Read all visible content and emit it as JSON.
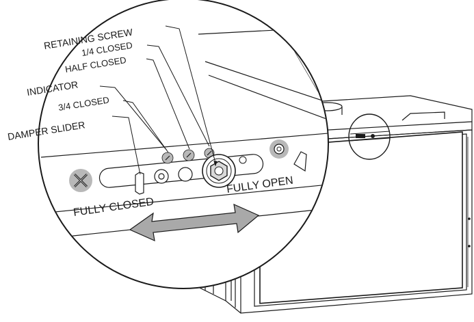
{
  "diagram": {
    "callouts": {
      "retaining_screw": "RETAINING SCREW",
      "quarter_closed": "1/4 CLOSED",
      "half_closed": "HALF CLOSED",
      "indicator": "INDICATOR",
      "three_quarter_closed": "3/4 CLOSED",
      "damper_slider": "DAMPER SLIDER"
    },
    "positions": {
      "fully_closed": "FULLY CLOSED",
      "fully_open": "FULLY OPEN"
    },
    "icons": {
      "no_fastener": "x-mark-icon",
      "retaining_screw_head": "hex-nut-icon",
      "slide_direction": "double-arrow-icon"
    },
    "colors": {
      "line": "#1a1a1a",
      "arrow_fill": "#a9a9a9",
      "marker_fill": "#b8b8b8"
    }
  }
}
